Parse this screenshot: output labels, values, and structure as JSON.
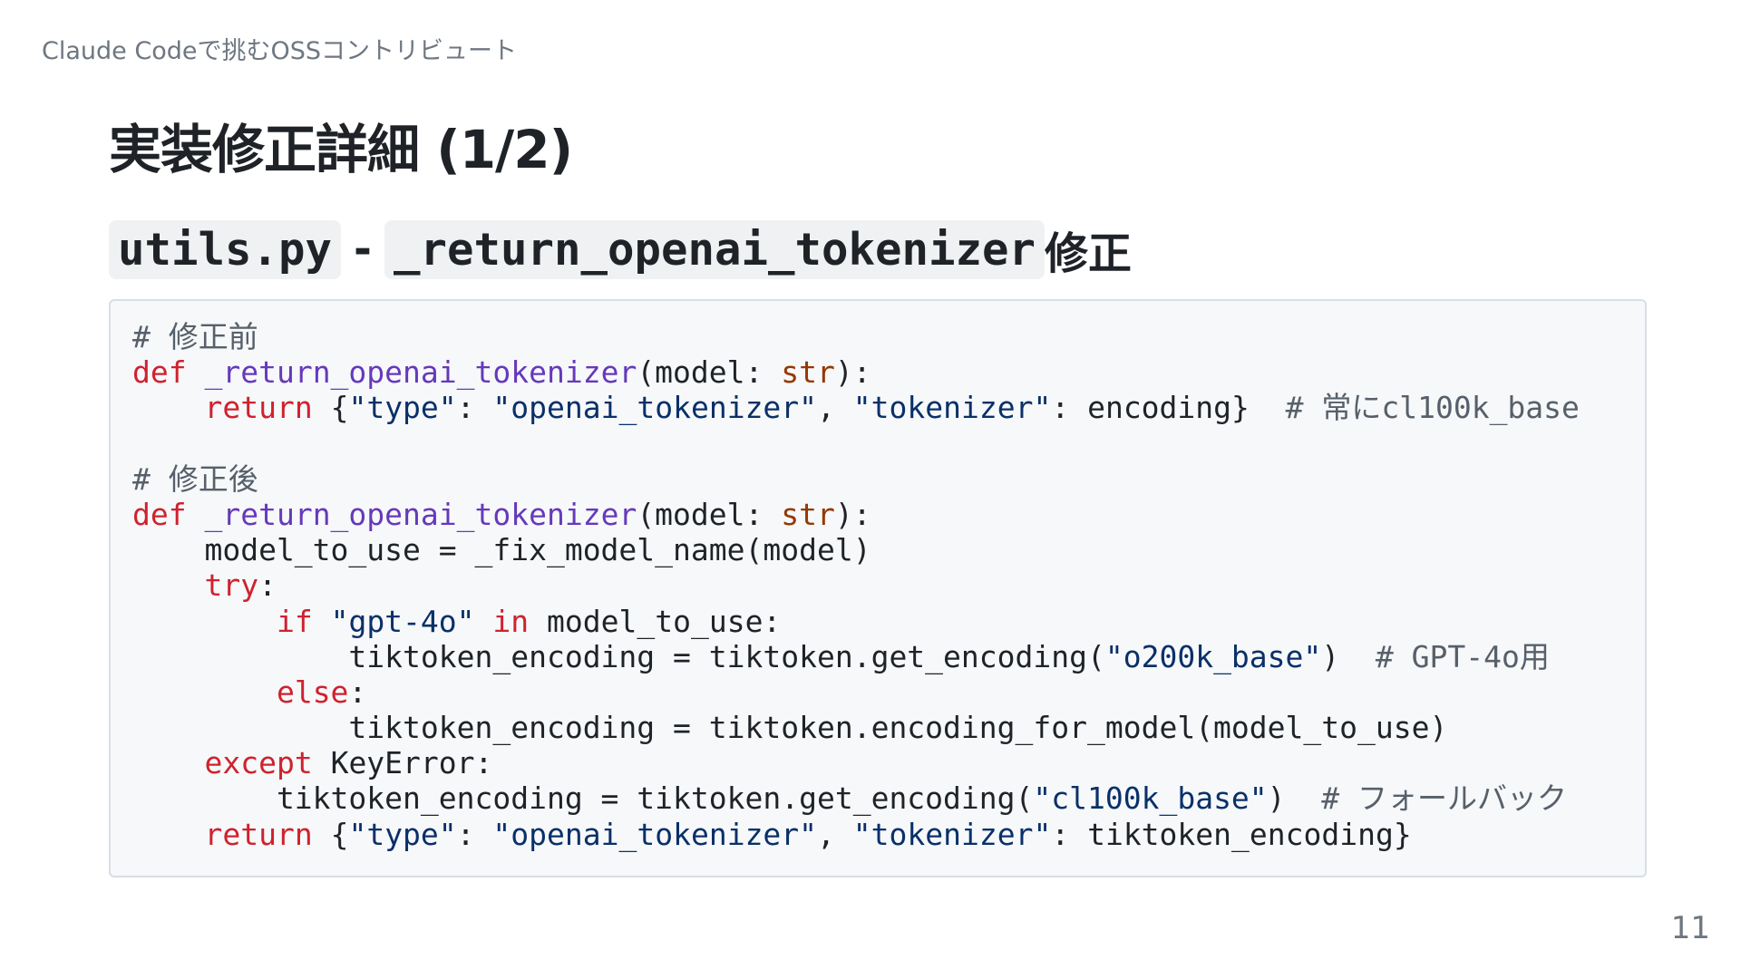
{
  "header": {
    "text": "Claude Codeで挑むOSSコントリビュート"
  },
  "title": "実装修正詳細 (1/2)",
  "subtitle": {
    "file": "utils.py",
    "separator": "-",
    "function": "_return_openai_tokenizer",
    "suffix": "修正"
  },
  "code": {
    "language": "python",
    "lines": [
      [
        {
          "t": "# 修正前",
          "c": "cm"
        }
      ],
      [
        {
          "t": "def",
          "c": "kw"
        },
        {
          "t": " "
        },
        {
          "t": "_return_openai_tokenizer",
          "c": "fn"
        },
        {
          "t": "(model: "
        },
        {
          "t": "str",
          "c": "ty"
        },
        {
          "t": "):"
        }
      ],
      [
        {
          "t": "    "
        },
        {
          "t": "return",
          "c": "kw"
        },
        {
          "t": " {"
        },
        {
          "t": "\"type\"",
          "c": "st"
        },
        {
          "t": ": "
        },
        {
          "t": "\"openai_tokenizer\"",
          "c": "st"
        },
        {
          "t": ", "
        },
        {
          "t": "\"tokenizer\"",
          "c": "st"
        },
        {
          "t": ": encoding}  "
        },
        {
          "t": "# 常にcl100k_base",
          "c": "cm"
        }
      ],
      [
        {
          "t": ""
        }
      ],
      [
        {
          "t": "# 修正後",
          "c": "cm"
        }
      ],
      [
        {
          "t": "def",
          "c": "kw"
        },
        {
          "t": " "
        },
        {
          "t": "_return_openai_tokenizer",
          "c": "fn"
        },
        {
          "t": "(model: "
        },
        {
          "t": "str",
          "c": "ty"
        },
        {
          "t": "):"
        }
      ],
      [
        {
          "t": "    model_to_use = _fix_model_name(model)"
        }
      ],
      [
        {
          "t": "    "
        },
        {
          "t": "try",
          "c": "kw"
        },
        {
          "t": ":"
        }
      ],
      [
        {
          "t": "        "
        },
        {
          "t": "if",
          "c": "kw"
        },
        {
          "t": " "
        },
        {
          "t": "\"gpt-4o\"",
          "c": "st"
        },
        {
          "t": " "
        },
        {
          "t": "in",
          "c": "kw"
        },
        {
          "t": " model_to_use:"
        }
      ],
      [
        {
          "t": "            tiktoken_encoding = tiktoken.get_encoding("
        },
        {
          "t": "\"o200k_base\"",
          "c": "st"
        },
        {
          "t": ")  "
        },
        {
          "t": "# GPT-4o用",
          "c": "cm"
        }
      ],
      [
        {
          "t": "        "
        },
        {
          "t": "else",
          "c": "kw"
        },
        {
          "t": ":"
        }
      ],
      [
        {
          "t": "            tiktoken_encoding = tiktoken.encoding_for_model(model_to_use)"
        }
      ],
      [
        {
          "t": "    "
        },
        {
          "t": "except",
          "c": "kw"
        },
        {
          "t": " KeyError:"
        }
      ],
      [
        {
          "t": "        tiktoken_encoding = tiktoken.get_encoding("
        },
        {
          "t": "\"cl100k_base\"",
          "c": "st"
        },
        {
          "t": ")  "
        },
        {
          "t": "# フォールバック",
          "c": "cm"
        }
      ],
      [
        {
          "t": "    "
        },
        {
          "t": "return",
          "c": "kw"
        },
        {
          "t": " {"
        },
        {
          "t": "\"type\"",
          "c": "st"
        },
        {
          "t": ": "
        },
        {
          "t": "\"openai_tokenizer\"",
          "c": "st"
        },
        {
          "t": ", "
        },
        {
          "t": "\"tokenizer\"",
          "c": "st"
        },
        {
          "t": ": tiktoken_encoding}"
        }
      ]
    ]
  },
  "page_number": "11",
  "colors": {
    "keyword": "#cf222e",
    "function": "#6639ba",
    "builtin_type": "#953800",
    "string": "#0a3069",
    "comment": "#57606a",
    "code_background": "#f6f8fa"
  }
}
